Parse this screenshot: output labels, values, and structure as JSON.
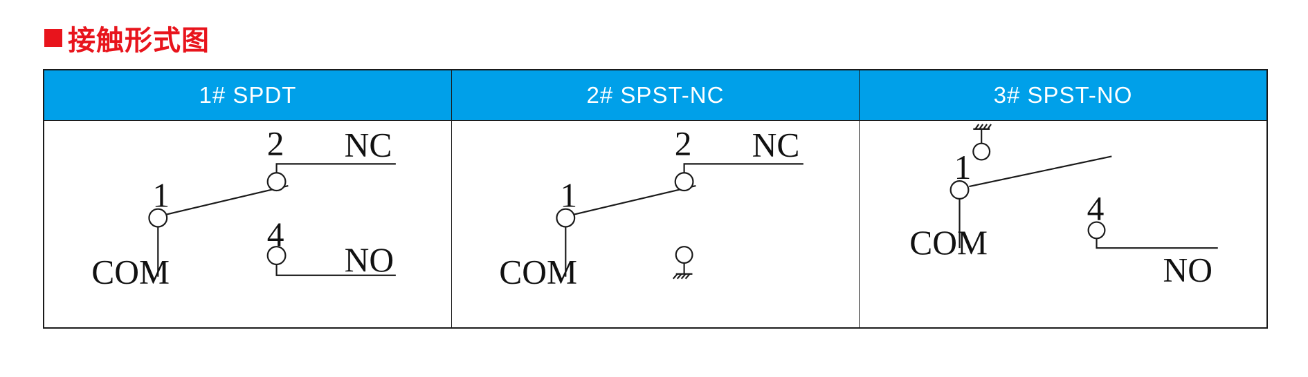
{
  "title": {
    "text": "接触形式图"
  },
  "columns": [
    {
      "header": "1# SPDT",
      "labels": {
        "com": "COM",
        "pin1": "1",
        "pin2": "2",
        "pin4": "4",
        "nc": "NC",
        "no": "NO"
      }
    },
    {
      "header": "2# SPST-NC",
      "labels": {
        "com": "COM",
        "pin1": "1",
        "pin2": "2",
        "nc": "NC"
      }
    },
    {
      "header": "3# SPST-NO",
      "labels": {
        "com": "COM",
        "pin1": "1",
        "pin4": "4",
        "no": "NO"
      }
    }
  ],
  "colors": {
    "header_bg": "#00a0e9",
    "title_red": "#e8141c",
    "line": "#1a1a1a"
  }
}
